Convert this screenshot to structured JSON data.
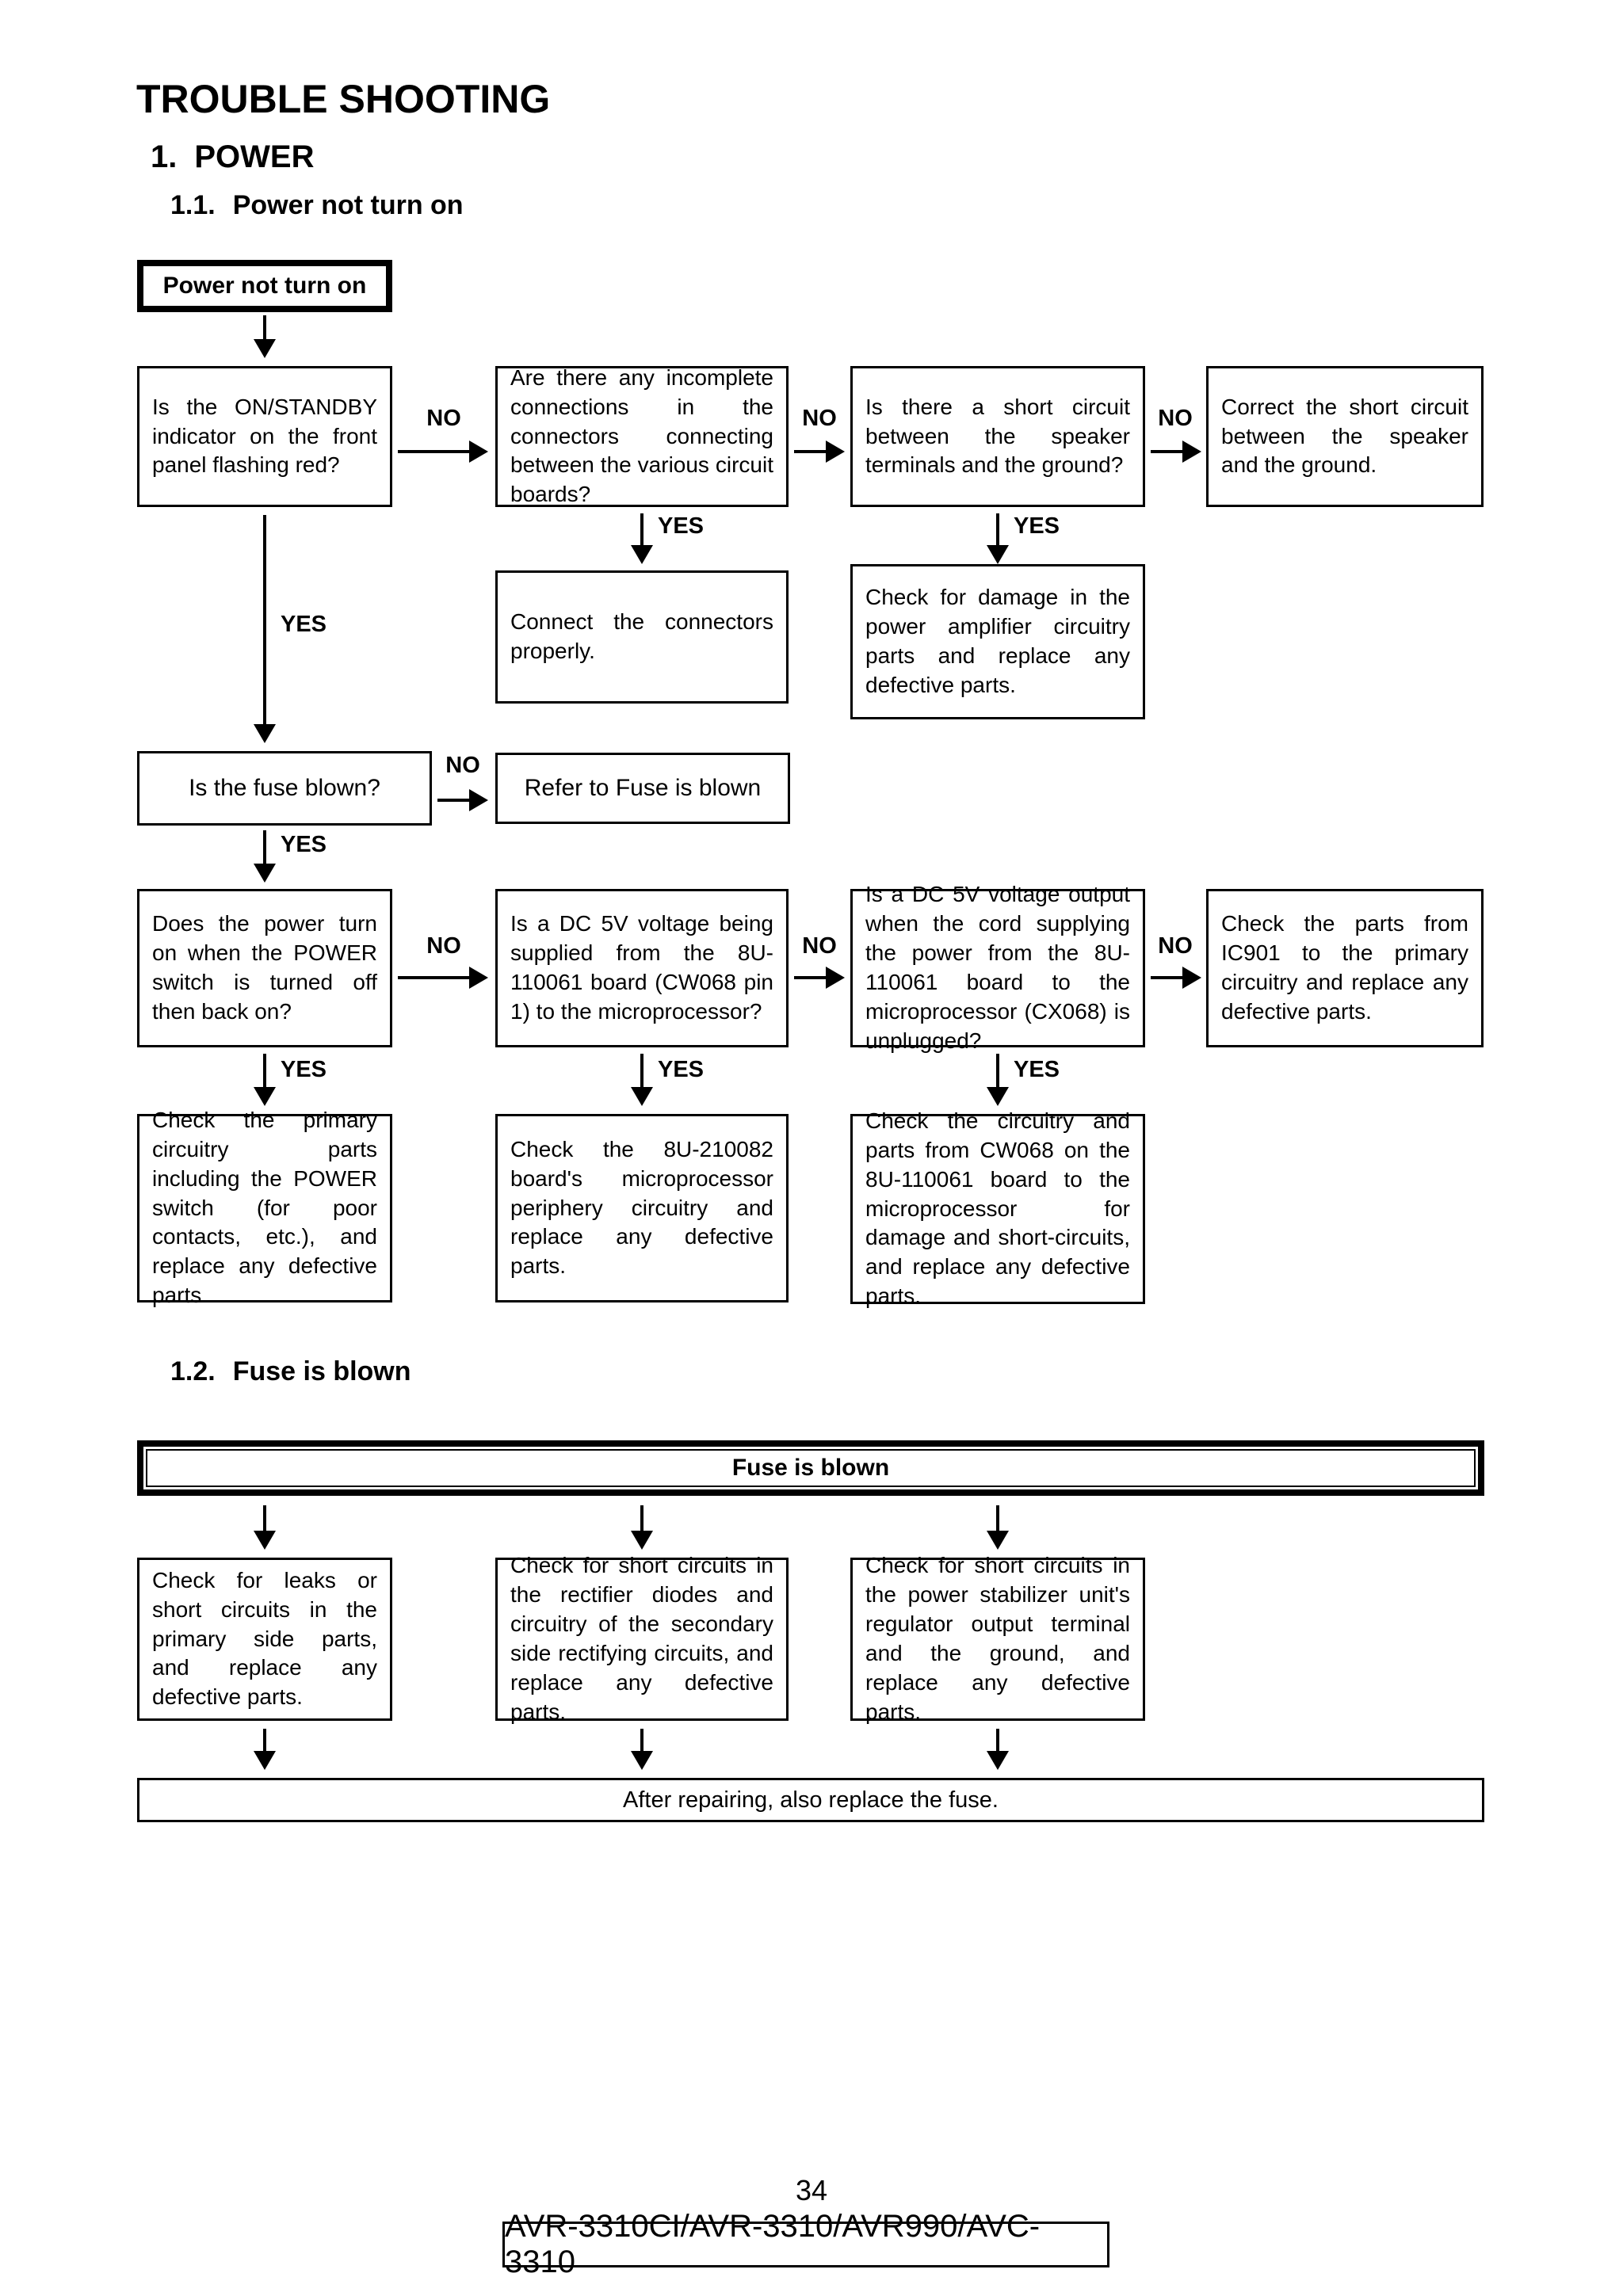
{
  "labels": {
    "yes": "YES",
    "no": "NO"
  },
  "headings": {
    "title": "TROUBLE SHOOTING",
    "sec1_num": "1.",
    "sec1_label": "POWER",
    "sub11_num": "1.1.",
    "sub11_label": "Power not turn on",
    "sub12_num": "1.2.",
    "sub12_label": "Fuse is blown"
  },
  "flow11": {
    "start": "Power not turn on",
    "q_standby": "Is the ON/STANDBY indicator on the front panel flashing red?",
    "q_connectors": "Are there any incomplete connections in the connectors connecting between the various circuit boards?",
    "q_short_speaker": "Is there a short circuit between the speaker terminals and the ground?",
    "fix_short_speaker": "Correct the short circuit between the speaker and the ground.",
    "fix_connectors": "Connect the connectors properly.",
    "fix_power_amp": "Check for damage in the power amplifier circuitry parts and replace any defective parts.",
    "q_fuse": "Is the fuse blown?",
    "refer_fuse": "Refer to Fuse is blown",
    "q_power_switch": "Does the power turn on when the POWER switch is turned off then back on?",
    "q_dc5v_supplied": "Is a DC 5V voltage being supplied from the 8U-110061 board (CW068 pin 1) to the microprocessor?",
    "q_dc5v_output": "Is a DC 5V voltage output when the cord supplying the power from the 8U-110061 board to the microprocessor (CX068) is unplugged?",
    "fix_ic901": "Check the parts from IC901 to the primary circuitry and replace any defective parts.",
    "fix_primary": "Check the primary circuitry parts including the POWER switch (for poor contacts, etc.), and replace any defective parts.",
    "fix_210082": "Check the 8U-210082 board's microprocessor periphery circuitry and replace any defective parts.",
    "fix_cw068": "Check the circuitry and parts from CW068 on the 8U-110061 board to the microprocessor for damage and short-circuits, and replace any defective parts."
  },
  "flow12": {
    "banner": "Fuse is blown",
    "check_primary_side": "Check for leaks or short circuits in the primary side parts, and replace any defective parts.",
    "check_rectifier": "Check for short circuits in the rectifier diodes and circuitry of the secondary side rectifying circuits, and replace any defective parts.",
    "check_stabilizer": "Check for short circuits in the power stabilizer unit's regulator output terminal and the ground, and replace any defective parts.",
    "after_repair": "After repairing, also replace the fuse."
  },
  "footer": {
    "page_number": "34",
    "models": "AVR-3310CI/AVR-3310/AVR990/AVC-3310"
  }
}
